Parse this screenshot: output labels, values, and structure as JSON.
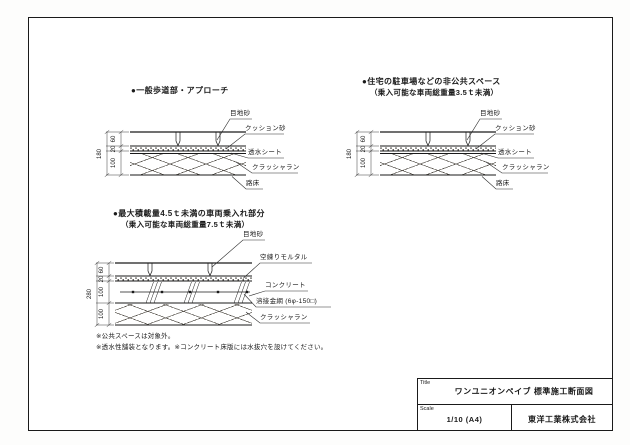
{
  "sections": [
    {
      "title": "●一般歩道部・アプローチ",
      "subtitle": "",
      "labels": {
        "l1": "目地砂",
        "l2": "クッション砂",
        "l3": "透水シート",
        "l4": "クラッシャラン",
        "l5": "路床"
      },
      "dims": {
        "d1": "60",
        "d2": "20",
        "d3": "100",
        "total": "180"
      }
    },
    {
      "title": "●住宅の駐車場などの非公共スペース",
      "subtitle": "（乗入可能な車両総重量3.5ｔ未満）",
      "labels": {
        "l1": "目地砂",
        "l2": "クッション砂",
        "l3": "透水シート",
        "l4": "クラッシャラン",
        "l5": "路床"
      },
      "dims": {
        "d1": "60",
        "d2": "20",
        "d3": "100",
        "total": "180"
      }
    },
    {
      "title": "●最大積載量4.5ｔ未満の車両乗入れ部分",
      "subtitle": "（乗入可能な車両総重量7.5ｔ未満）",
      "labels": {
        "l1": "目地砂",
        "l2": "空練りモルタル",
        "l3": "コンクリート",
        "l4": "溶接金網 (6φ-150□)",
        "l5": "クラッシャラン"
      },
      "dims": {
        "d1": "60",
        "d2": "20",
        "d3": "100",
        "d4": "100",
        "total": "280"
      }
    }
  ],
  "notes": {
    "line1": "※公共スペースは対象外。",
    "line2": "※透水性舗装となります。※コンクリート床版には水抜穴を設けてください。"
  },
  "title_block": {
    "title_label": "Title",
    "title": "ワンユニオンペイブ 標準施工断面図",
    "scale_label": "Scale",
    "scale": "1/10 (A4)",
    "company": "東洋工業株式会社"
  }
}
